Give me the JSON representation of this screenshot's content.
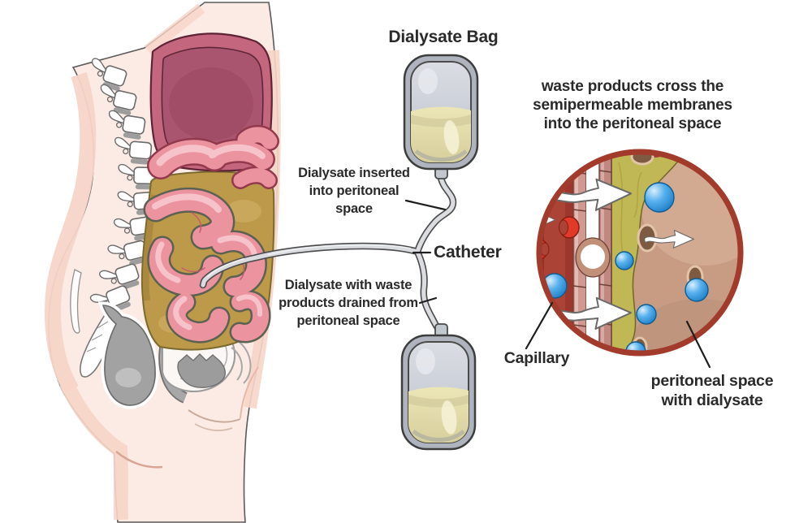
{
  "labels": {
    "bag_title": "Dialysate Bag",
    "inserted": "Dialysate inserted\ninto peritoneal\nspace",
    "catheter": "Catheter",
    "drained": "Dialysate with waste\nproducts drained from\nperitoneal space",
    "inset_caption": "waste products cross the\nsemipermeable membranes\ninto the peritoneal space",
    "capillary": "Capillary",
    "peritoneal_space": "peritoneal space\nwith dialysate"
  },
  "colors": {
    "background": "#ffffff",
    "label_text": "#2a2a2a",
    "skin": "#fcebe4",
    "skin_shading": "#f7d5c8",
    "organ_dark_pink": "#aa5570",
    "intestine_pink": "#ec93a0",
    "peritoneal_fluid_olive": "#bd9a4a",
    "pelvic_organ_gray": "#a2a2a2",
    "bag_rim_gray": "#aeb3bd",
    "bag_chamber_gray": "#c9cdd5",
    "dialysate_fluid_yellow": "#e5dfa8",
    "tube_gray": "#dadce0",
    "inset_ring_red": "#a23b2c",
    "capillary_blood_red": "#ab4337",
    "red_blood_cell": "#e23a28",
    "capillary_wall_pink": "#cf9a92",
    "membrane_olive": "#c1b854",
    "peritoneal_tan": "#c79c83",
    "waste_molecule_blue": "#41a5ea",
    "flow_arrow_white": "#ffffff"
  }
}
